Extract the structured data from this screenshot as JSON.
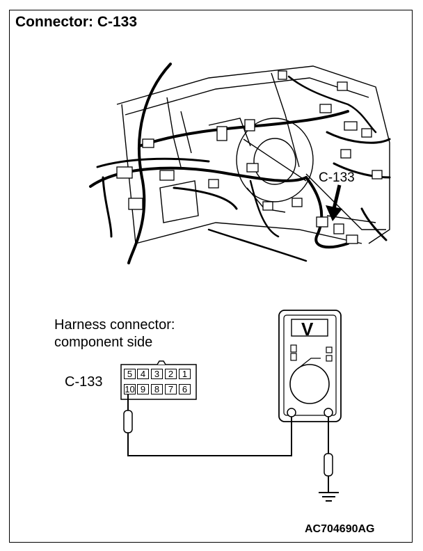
{
  "title": "Connector: C-133",
  "callout": "C-133",
  "harness": {
    "line1": "Harness connector:",
    "line2": "component side"
  },
  "connector_label": "C-133",
  "pins": {
    "top": [
      "5",
      "4",
      "3",
      "2",
      "1"
    ],
    "bottom": [
      "10",
      "9",
      "8",
      "7",
      "6"
    ]
  },
  "meter_display": "V",
  "code": "AC704690AG"
}
